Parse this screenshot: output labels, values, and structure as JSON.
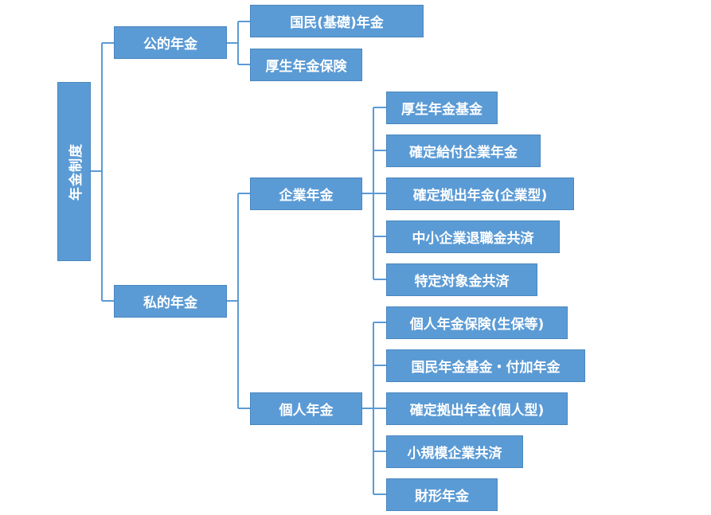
{
  "root": "年金制度",
  "public": {
    "label": "公的年金",
    "children": [
      "国民(基礎)年金",
      "厚生年金保険"
    ]
  },
  "private": {
    "label": "私的年金",
    "corporate": {
      "label": "企業年金",
      "children": [
        "厚生年金基金",
        "確定給付企業年金",
        "確定拠出年金(企業型)",
        "中小企業退職金共済",
        "特定対象金共済"
      ]
    },
    "individual": {
      "label": "個人年金",
      "children": [
        "個人年金保険(生保等)",
        "国民年金基金・付加年金",
        "確定拠出年金(個人型)",
        "小規模企業共済",
        "財形年金"
      ]
    }
  },
  "colors": {
    "box": "#5b9bd5",
    "border": "#4a86be",
    "line": "#5b9bd5",
    "text": "#ffffff"
  }
}
